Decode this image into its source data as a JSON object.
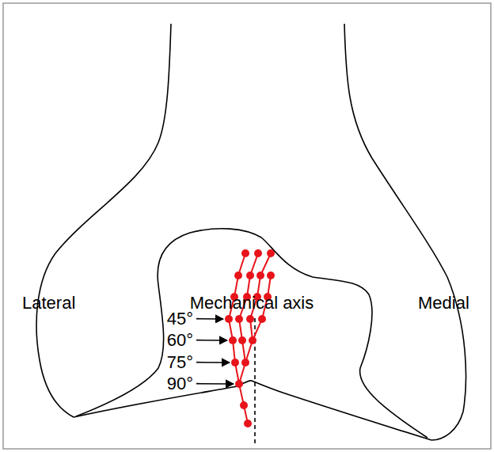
{
  "diagram": {
    "labels": [
      "Lateral",
      "Mechanical axis",
      "Medial",
      "45°",
      "60°",
      "75°",
      "90°"
    ]
  }
}
